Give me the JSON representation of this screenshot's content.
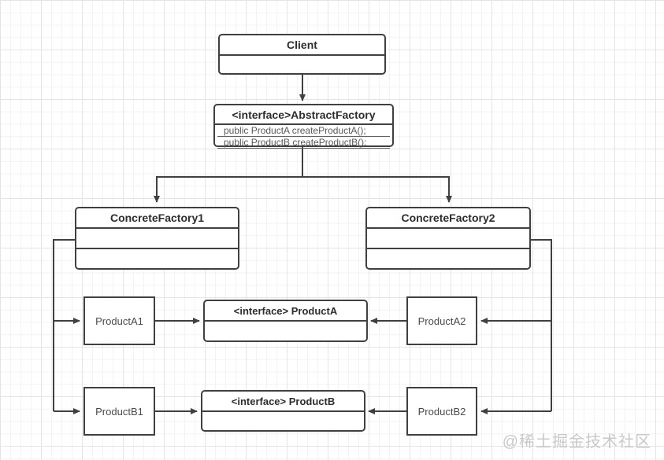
{
  "nodes": {
    "client": {
      "title": "Client"
    },
    "abstract_factory": {
      "title": "<interface>AbstractFactory",
      "methods": [
        "public ProductA createProductA();",
        "public ProductB createProductB();"
      ]
    },
    "concrete_factory1": {
      "title": "ConcreteFactory1"
    },
    "concrete_factory2": {
      "title": "ConcreteFactory2"
    },
    "product_a1": {
      "label": "ProductA1"
    },
    "interface_product_a": {
      "title": "<interface> ProductA"
    },
    "product_a2": {
      "label": "ProductA2"
    },
    "product_b1": {
      "label": "ProductB1"
    },
    "interface_product_b": {
      "title": "<interface> ProductB"
    },
    "product_b2": {
      "label": "ProductB2"
    }
  },
  "watermark": {
    "text": "@稀土掘金技术社区"
  },
  "colors": {
    "line": "#404040",
    "title_text": "#2d2d2d",
    "method_text": "#595959",
    "watermark_text": "#c9c9c9"
  }
}
